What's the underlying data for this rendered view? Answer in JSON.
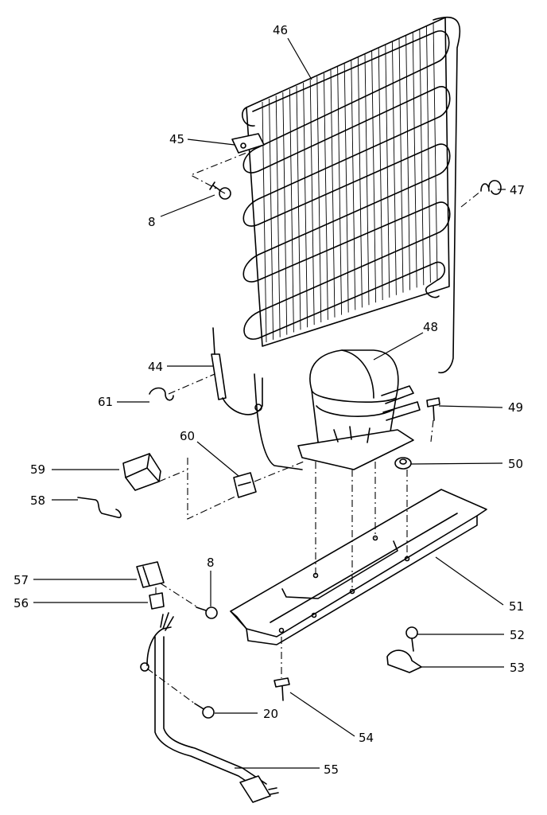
{
  "labels": {
    "l46": "46",
    "l45": "45",
    "l8a": "8",
    "l47": "47",
    "l48": "48",
    "l44": "44",
    "l61": "61",
    "l49": "49",
    "l60": "60",
    "l59": "59",
    "l50": "50",
    "l58": "58",
    "l57": "57",
    "l8b": "8",
    "l51": "51",
    "l56": "56",
    "l52": "52",
    "l53": "53",
    "l20": "20",
    "l54": "54",
    "l55": "55"
  },
  "colors": {
    "line": "#000000",
    "background": "#ffffff"
  }
}
